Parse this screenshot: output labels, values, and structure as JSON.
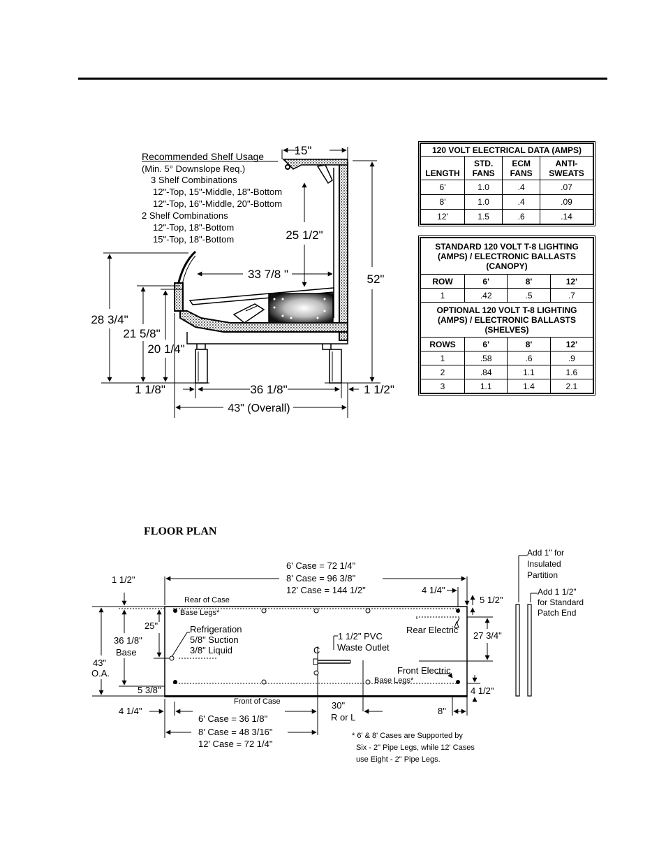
{
  "side_view": {
    "shelf_heading": "Recommended Shelf Usage",
    "shelf_lines": [
      "(Min. 5° Downslope Req.)",
      "3 Shelf Combinations",
      "12\"-Top, 15\"-Middle, 18\"-Bottom",
      "12\"-Top, 16\"-Middle, 20\"-Bottom",
      "2 Shelf Combinations",
      "12\"-Top, 18\"-Bottom",
      "15\"-Top, 18\"-Bottom"
    ],
    "dims": {
      "top_depth": "15\"",
      "upper_height": "25 1/2\"",
      "overall_height": "52\"",
      "shelf_depth": "33 7/8 \"",
      "height_a": "28 3/4\"",
      "height_b": "21 5/8\"",
      "height_c": "20 1/4\"",
      "front_offset": "1 1/8\"",
      "leg_span": "36 1/8\"",
      "rear_offset": "1 1/2\"",
      "overall_depth": "43\" (Overall)"
    }
  },
  "electrical": {
    "title": "120 VOLT ELECTRICAL DATA (AMPS)",
    "headers": [
      "LENGTH",
      "STD. FANS",
      "ECM FANS",
      "ANTI- SWEATS"
    ],
    "rows": [
      [
        "6'",
        "1.0",
        ".4",
        ".07"
      ],
      [
        "8'",
        "1.0",
        ".4",
        ".09"
      ],
      [
        "12'",
        "1.5",
        ".6",
        ".14"
      ]
    ]
  },
  "lighting": {
    "title_canopy": "STANDARD 120 VOLT T-8 LIGHTING (AMPS) / ELECTRONIC BALLASTS (CANOPY)",
    "canopy_headers": [
      "ROW",
      "6'",
      "8'",
      "12'"
    ],
    "canopy_rows": [
      [
        "1",
        ".42",
        ".5",
        ".7"
      ]
    ],
    "title_shelves": "OPTIONAL 120 VOLT T-8 LIGHTING (AMPS) / ELECTRONIC BALLASTS (SHELVES)",
    "shelf_headers": [
      "ROWS",
      "6'",
      "8'",
      "12'"
    ],
    "shelf_rows": [
      [
        "1",
        ".58",
        ".6",
        ".9"
      ],
      [
        "2",
        ".84",
        "1.1",
        "1.6"
      ],
      [
        "3",
        "1.1",
        "1.4",
        "2.1"
      ]
    ]
  },
  "floor_plan": {
    "title": "FLOOR PLAN",
    "case_lengths_top": [
      "6' Case = 72 1/4\"",
      "8' Case = 96 3/8\"",
      "12' Case = 144 1/2\""
    ],
    "left_offset": "1 1/2\"",
    "rear_right": "4 1/4\"",
    "rear_right_b": "5 1/2\"",
    "rear_label": "Rear of Case",
    "base_legs_top": "Base Legs*",
    "d25": "25\"",
    "base_depth": [
      "36 1/8\"",
      "Base"
    ],
    "overall": [
      "43\"",
      "O.A."
    ],
    "refrigeration": [
      "Refrigeration",
      "5/8\" Suction",
      "3/8\" Liquid"
    ],
    "waste": [
      "1 1/2\" PVC",
      "Waste Outlet"
    ],
    "rear_electric": "Rear Electric",
    "d27": "27 3/4\"",
    "front_electric": "Front Electric",
    "base_legs_bottom": "Base Legs*",
    "d538": "5 3/8\"",
    "d412": "4 1/2\"",
    "front_label": "Front of Case",
    "d414": "4 1/4\"",
    "cl": "C",
    "rl": [
      "30\"",
      "R or L"
    ],
    "d8": "8\"",
    "case_lengths_bottom": [
      "6' Case = 36 1/8\"",
      "8' Case = 48 3/16\"",
      "12' Case = 72 1/4\""
    ],
    "footnote": [
      "* 6' & 8' Cases are Supported by",
      "Six - 2\" Pipe Legs, while 12' Cases",
      "use Eight - 2\" Pipe Legs."
    ],
    "insulated": [
      "Add 1\" for",
      "Insulated",
      "Partition"
    ],
    "patch": [
      "Add 1 1/2\"",
      "for Standard",
      "Patch End"
    ]
  }
}
